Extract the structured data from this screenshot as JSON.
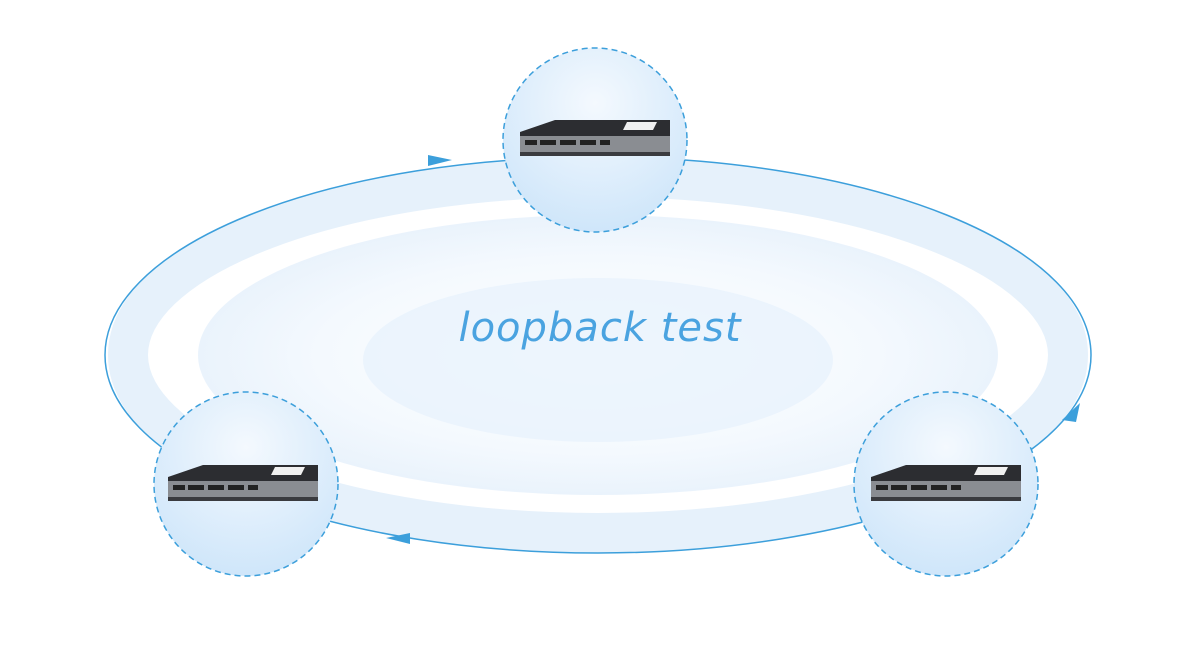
{
  "title": "loopback test",
  "colors": {
    "accent": "#3c9fdb",
    "band": "#e3f0fb",
    "node_fill": "#d6eafb"
  },
  "nodes": [
    {
      "icon": "network-switch-icon",
      "position_label": "top"
    },
    {
      "icon": "network-switch-icon",
      "position_label": "left"
    },
    {
      "icon": "network-switch-icon",
      "position_label": "right"
    }
  ]
}
